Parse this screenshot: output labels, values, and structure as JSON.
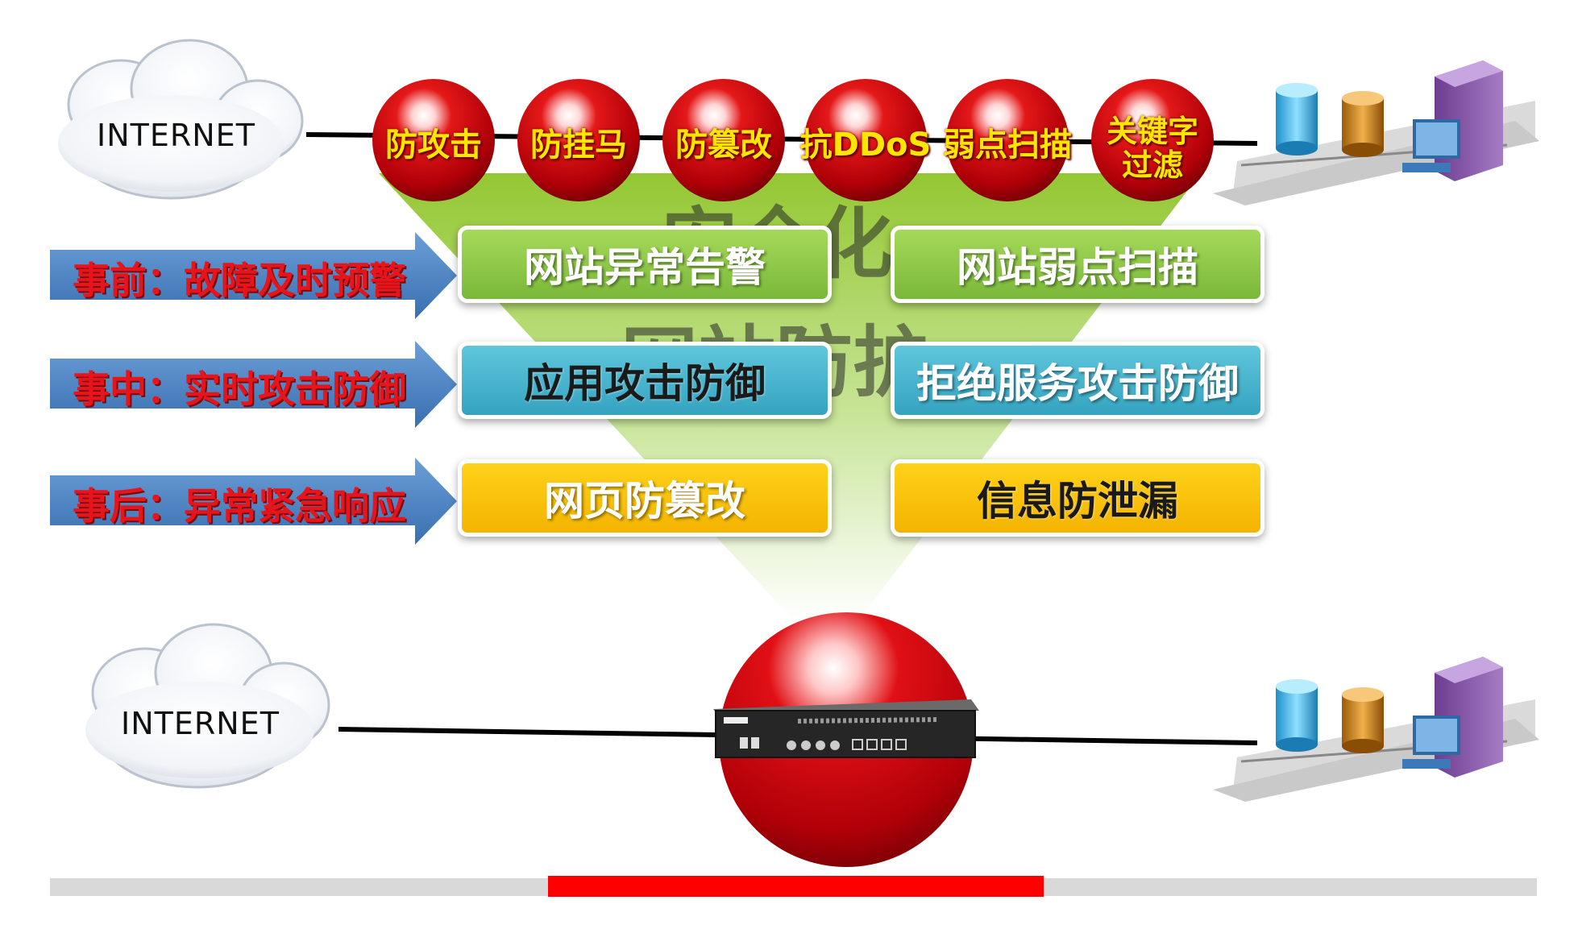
{
  "diagram": {
    "internet_top": "INTERNET",
    "internet_bottom": "INTERNET",
    "badges": [
      "防攻击",
      "防挂马",
      "防篡改",
      "抗DDoS",
      "弱点扫描",
      "关键字\n过滤"
    ],
    "phases": [
      "事前：故障及时预警",
      "事中：实时攻击防御",
      "事后：异常紧急响应"
    ],
    "cards": [
      {
        "label": "网站异常告警",
        "style": "green-light"
      },
      {
        "label": "网站弱点扫描",
        "style": "green-light"
      },
      {
        "label": "应用攻击防御",
        "style": "blue-dark"
      },
      {
        "label": "拒绝服务攻击防御",
        "style": "blue-light"
      },
      {
        "label": "网页防篡改",
        "style": "yellow-light"
      },
      {
        "label": "信息防泄漏",
        "style": "yellow-dark"
      }
    ],
    "ghost_text_line1": "安全化",
    "ghost_text_line2": "网站防护",
    "colors": {
      "badge_red": "#c4000a",
      "funnel_green": "#9ccf3a",
      "phase_arrow_blue": "#4a82c4",
      "phase_text_red": "#e8141c",
      "bottom_bar_red": "#ff0000",
      "bottom_bar_gray": "#d9d9d9"
    },
    "icons": [
      "cloud-icon",
      "database-icon",
      "monitor-icon",
      "server-tower-icon",
      "network-appliance-icon"
    ]
  }
}
